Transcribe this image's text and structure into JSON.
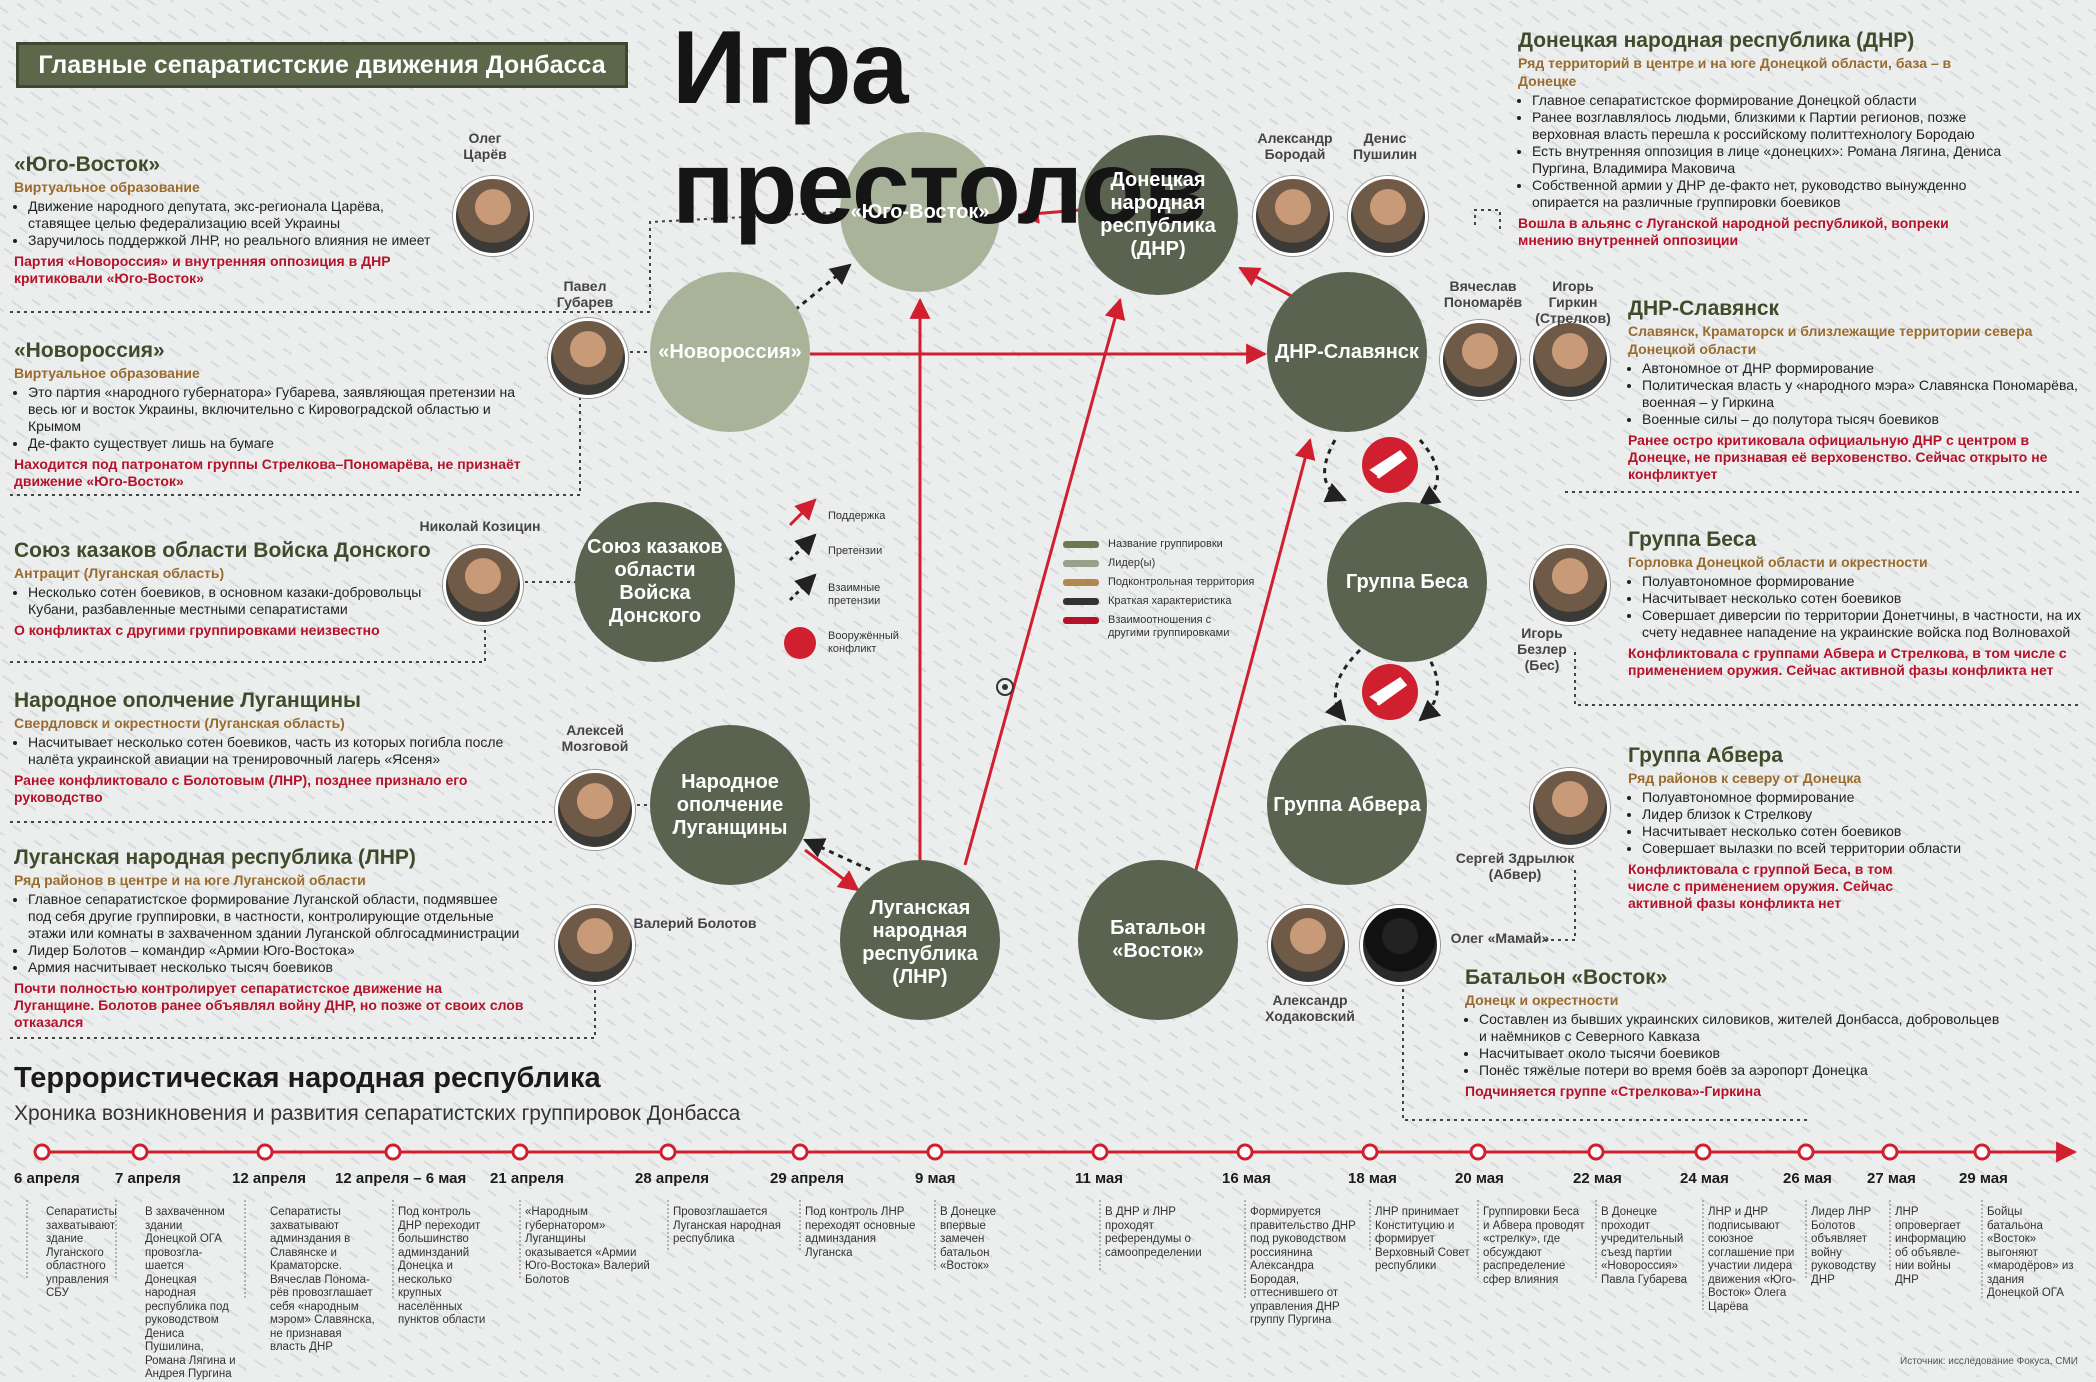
{
  "header": {
    "tag": "Главные сепаратистские движения Донбасса",
    "title": "Игра престолов"
  },
  "nodes": {
    "yugo_vostok": "«Юго-Восток»",
    "dnr": "Донецкая народная республика (ДНР)",
    "novorossiya": "«Новороссия»",
    "dnr_slavyansk": "ДНР-Славянск",
    "kazaki": "Союз казаков области Войска Донского",
    "gruppa_besa": "Группа Беса",
    "opolchenie": "Народное ополчение Луганщины",
    "gruppa_abvera": "Группа Абвера",
    "lnr": "Луганская народная республика (ЛНР)",
    "batalon": "Батальон «Восток»"
  },
  "people": {
    "tsarev": "Олег Царёв",
    "gubarev": "Павел Губарев",
    "kozitsyn": "Николай Козицин",
    "mozgovoy": "Алексей Мозговой",
    "bolotov": "Валерий Болотов",
    "boroday": "Александр Бородай",
    "pushilin": "Денис Пушилин",
    "ponomarev": "Вячеслав Пономарёв",
    "girkin": "Игорь Гиркин (Стрелков)",
    "bezler": "Игорь Безлер (Бес)",
    "zdrylyuk": "Сергей Здрылюк (Абвер)",
    "mamay": "Олег «Мамай»",
    "khodakovsky": "Александр Ходаковский"
  },
  "legend": {
    "support": "Поддержка",
    "claims": "Претензии",
    "mutual": "Взаимные претензии",
    "armed": "Вооружённый конфликт",
    "name": "Название группировки",
    "leaders": "Лидер(ы)",
    "territory": "Подконтрольная территория",
    "brief": "Краткая характеристика",
    "relations": "Взаимоотношения с другими группировками"
  },
  "blocks": {
    "yugo_vostok": {
      "title": "«Юго-Восток»",
      "sub": "Виртуальное образование",
      "items": [
        "Движение народного депутата, экс-регионала Царёва, ставящее целью федерализацию всей Украины",
        "Заручилось поддержкой ЛНР, но реального влияния не имеет"
      ],
      "crit": "Партия «Новороссия» и внутренняя оппозиция в ДНР критиковали «Юго-Восток»"
    },
    "novorossiya": {
      "title": "«Новороссия»",
      "sub": "Виртуальное образование",
      "items": [
        "Это партия «народного губернатора» Губарева, заявляющая претензии на весь юг и восток Украины, включительно с Кировоградской областью и Крымом",
        "Де-факто существует лишь на бумаге"
      ],
      "crit": "Находится под патронатом группы Стрелкова–Пономарёва, не признаёт движение «Юго-Восток»"
    },
    "kazaki": {
      "title": "Союз казаков области Войска Донского",
      "sub": "Антрацит (Луганская область)",
      "items": [
        "Несколько сотен боевиков, в основном казаки-добровольцы Кубани, разбавленные местными сепаратистами"
      ],
      "crit": "О конфликтах с другими группировками неизвестно"
    },
    "opolchenie": {
      "title": "Народное ополчение Луганщины",
      "sub": "Свердловск и окрестности (Луганская область)",
      "items": [
        "Насчитывает несколько сотен боевиков, часть из которых погибла после налёта украинской авиации на тренировочный лагерь «Ясеня»"
      ],
      "crit": "Ранее конфликтовало с Болотовым (ЛНР), позднее признало его руководство"
    },
    "lnr": {
      "title": "Луганская народная республика (ЛНР)",
      "sub": "Ряд районов в центре и на юге Луганской области",
      "items": [
        "Главное сепаратистское формирование Луганской области, подмявшее под себя другие группировки, в частности, контролирующие отдельные этажи или комнаты в захваченном здании Луганской облгосадминистрации",
        "Лидер Болотов – командир «Армии Юго-Востока»",
        "Армия насчитывает несколько тысяч боевиков"
      ],
      "crit": "Почти полностью контролирует сепаратистское движение на Луганщине. Болотов ранее объявлял войну ДНР, но позже от своих слов отказался"
    },
    "dnr": {
      "title": "Донецкая народная республика (ДНР)",
      "sub": "Ряд территорий в центре и на юге Донецкой области, база – в Донецке",
      "items": [
        "Главное сепаратистское формирование Донецкой области",
        "Ранее возглавлялось людьми, близкими к Партии регионов, позже верховная власть перешла к российскому политтехнологу Бородаю",
        "Есть внутренняя оппозиция в лице «донецких»: Романа Лягина, Дениса Пургина, Владимира Маковича",
        "Собственной армии у ДНР де-факто нет, руководство вынужденно опирается на различные группировки боевиков"
      ],
      "crit": "Вошла в альянс с Луганской народной республикой, вопреки мнению внутренней оппозиции"
    },
    "slavyansk": {
      "title": "ДНР-Славянск",
      "sub": "Славянск, Краматорск и близлежащие территории севера Донецкой области",
      "items": [
        "Автономное от ДНР формирование",
        "Политическая власть у «народного мэра» Славянска Пономарёва, военная – у Гиркина",
        "Военные силы – до полутора тысяч боевиков"
      ],
      "crit": "Ранее остро критиковала официальную ДНР с центром в Донецке, не признавая её верховенство. Сейчас открыто не конфликтует"
    },
    "besa": {
      "title": "Группа Беса",
      "sub": "Горловка Донецкой области и окрестности",
      "items": [
        "Полуавтономное формирование",
        "Насчитывает несколько сотен боевиков",
        "Совершает диверсии по территории Донетчины, в частности, на их счету недавнее нападение на украинские войска под Волновахой"
      ],
      "crit": "Конфликтовала с группами Абвера и Стрелкова, в том числе с применением оружия. Сейчас активной фазы конфликта нет"
    },
    "abvera": {
      "title": "Группа Абвера",
      "sub": "Ряд районов к северу от Донецка",
      "items": [
        "Полуавтономное формирование",
        "Лидер близок к Стрелкову",
        "Насчитывает несколько сотен боевиков",
        "Совершает вылазки по всей территории области"
      ],
      "crit": "Конфликтовала с группой Беса, в том числе с применением оружия. Сейчас активной фазы конфликта нет"
    },
    "vostok": {
      "title": "Батальон «Восток»",
      "sub": "Донецк и окрестности",
      "items": [
        "Составлен из бывших украинских силовиков, жителей Донбасса, добровольцев и наёмников с Северного Кавказа",
        "Насчитывает около тысячи боевиков",
        "Понёс тяжёлые потери во время боёв за аэропорт Донецка"
      ],
      "crit": "Подчиняется группе «Стрелкова»-Гиркина"
    }
  },
  "timeline": {
    "title": "Террористическая народная республика",
    "subtitle": "Хроника возникновения и развития сепаратистских группировок Донбасса",
    "events": [
      {
        "date": "6 апреля",
        "text": "Сепаратисты захватывают здание Луганского областного управления СБУ"
      },
      {
        "date": "7 апреля",
        "text": "В захваченном здании Донецкой ОГА провозгла­шается Донецкая народная республика под руководством Дениса Пушилина, Романа Лягина и Андрея Пургина"
      },
      {
        "date": "12 апреля",
        "text": "Сепаратисты захватывают админздания в Славянске и Краматорске. Вячеслав Понома­рёв провозглашает себя «народным мэром» Славянска, не признавая власть ДНР"
      },
      {
        "date": "12 апреля – 6 мая",
        "text": "Под контроль ДНР переходит большинство админзданий Донецка и несколько крупных населённых пунктов области"
      },
      {
        "date": "21 апреля",
        "text": "«Народным губернатором» Луганщины оказывается «Армии Юго-Востока» Валерий Болотов"
      },
      {
        "date": "28 апреля",
        "text": "Провозглашается Луганская народная республика"
      },
      {
        "date": "29 апреля",
        "text": "Под контроль ЛНР переходят основные админздания Луганска"
      },
      {
        "date": "9 мая",
        "text": "В Донецке впервые замечен батальон «Восток»"
      },
      {
        "date": "11 мая",
        "text": "В ДНР и ЛНР проходят референдумы о самоопределении"
      },
      {
        "date": "16 мая",
        "text": "Формируется правительство ДНР под руководством россиянина Александра Бородая, оттеснившего от управления ДНР группу Пургина"
      },
      {
        "date": "18 мая",
        "text": "ЛНР принимает Конституцию и формирует Верховный Совет республики"
      },
      {
        "date": "20 мая",
        "text": "Группировки Беса и Абвера проводят «стрелку», где обсуждают распределение сфер влияния"
      },
      {
        "date": "22 мая",
        "text": "В Донецке проходит учредительный съезд партии «Новороссия» Павла Губарева"
      },
      {
        "date": "24 мая",
        "text": "ЛНР и ДНР подписывают союзное соглашение при участии лидера движения «Юго-Восток» Олега Царёва"
      },
      {
        "date": "26 мая",
        "text": "Лидер ЛНР Болотов объявляет войну руководству ДНР"
      },
      {
        "date": "27 мая",
        "text": "ЛНР опровергает информацию об объявле­нии войны ДНР"
      },
      {
        "date": "29 мая",
        "text": "Бойцы батальона «Восток» выгоняют «мародёров» из здания Донецкой ОГА"
      }
    ]
  },
  "source": "Источник: исследование Фокуса, СМИ",
  "colors": {
    "dark_node": "#5a6350",
    "light_node": "#a9b39a",
    "red": "#d01f2e",
    "title_bar": "#5d6749"
  }
}
